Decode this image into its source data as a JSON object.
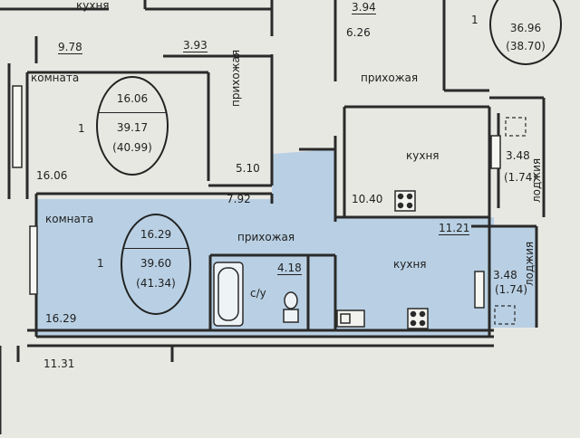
{
  "apartment_main": {
    "room_label": "комната",
    "rooms_count": "1",
    "oval_living": "16.29",
    "oval_total": "39.60",
    "oval_total_with_balcony": "(41.34)",
    "room_area": "16.29",
    "hall_label": "прихожая",
    "hall_area": "7.92",
    "bath_label": "с/у",
    "bath_area": "4.18",
    "kitchen_label": "кухня",
    "kitchen_area": "11.21",
    "loggia_label": "лоджия",
    "loggia_area": "3.48",
    "loggia_area_coef": "(1.74)"
  },
  "apartment_upper_left": {
    "room_label": "комната",
    "rooms_count": "1",
    "oval_living": "16.06",
    "oval_total": "39.17",
    "oval_total_with_balcony": "(40.99)",
    "room_area": "16.06",
    "hall_label": "прихожая",
    "hall_area": "5.10",
    "bath_area": "3.93",
    "kitchen_label": "кухня",
    "kitchen_area": "9.78"
  },
  "apartment_upper_right": {
    "rooms_count": "1",
    "oval_total": "36.96",
    "oval_total_with_balcony": "(38.70)",
    "hall_label": "прихожая",
    "kitchen_label": "кухня",
    "kitchen_area": "10.40",
    "bath_area_a": "3.94",
    "bath_area_b": "6.26",
    "loggia_label": "лоджия",
    "loggia_area": "3.48",
    "loggia_area_coef": "(1.74)"
  },
  "apartment_lower_left": {
    "area": "11.31"
  },
  "colors": {
    "highlight": "#b9d0e4",
    "wall": "#2a2a2a",
    "paper": "#ecece7"
  }
}
